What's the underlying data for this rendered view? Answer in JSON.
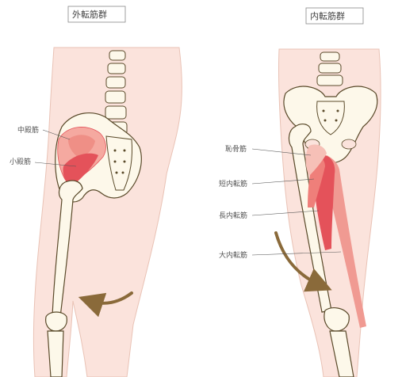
{
  "titles": {
    "left": "外転筋群",
    "right": "内転筋群"
  },
  "left_labels": {
    "gluteus_medius": "中殿筋",
    "gluteus_minimus": "小殿筋"
  },
  "right_labels": {
    "pectineus": "恥骨筋",
    "adductor_brevis": "短内転筋",
    "adductor_longus": "長内転筋",
    "adductor_magnus": "大内転筋"
  },
  "colors": {
    "skin": "#fbe3dc",
    "skin_outline": "#e9c2b5",
    "bone": "#fdf8ea",
    "bone_outline": "#5a4a2a",
    "muscle_light": "#f5b3aa",
    "muscle_mid": "#ef8f86",
    "muscle_dark": "#e4525a",
    "arrow": "#8a6a3a"
  }
}
